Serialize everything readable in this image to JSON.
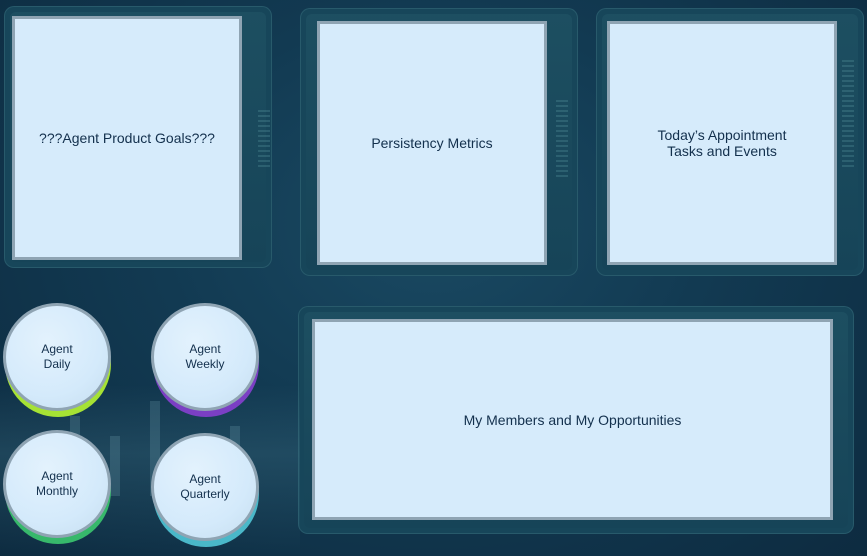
{
  "panels": {
    "goals": {
      "label": "???Agent Product Goals???"
    },
    "persistency": {
      "label": "Persistency Metrics"
    },
    "appointments": {
      "line1": "Today’s Appointment",
      "line2": "Tasks and Events"
    },
    "members": {
      "label": "My Members and My Opportunities"
    }
  },
  "buttons": {
    "daily": {
      "line1": "Agent",
      "line2": "Daily",
      "accent": "#a6e234"
    },
    "weekly": {
      "line1": "Agent",
      "line2": "Weekly",
      "accent": "#7b3fc4"
    },
    "monthly": {
      "line1": "Agent",
      "line2": "Monthly",
      "accent": "#37b86b"
    },
    "quarterly": {
      "line1": "Agent",
      "line2": "Quarterly",
      "accent": "#4ab8c9"
    }
  },
  "colors": {
    "panel_fill": "#d6ebfb",
    "panel_border": "#8fa4b3",
    "text": "#13304d",
    "background": "#123a52"
  }
}
